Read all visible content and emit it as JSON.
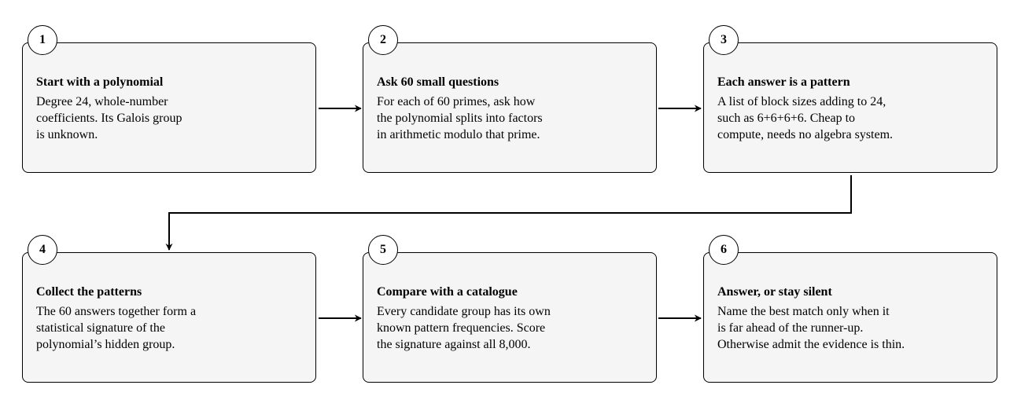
{
  "steps": [
    {
      "number": "1",
      "title": "Start with a polynomial",
      "lines": [
        "Degree 24, whole-number",
        "coefficients. Its Galois group",
        "is unknown."
      ]
    },
    {
      "number": "2",
      "title": "Ask 60 small questions",
      "lines": [
        "For each of 60 primes, ask how",
        "the polynomial splits into factors",
        "in arithmetic modulo that prime."
      ]
    },
    {
      "number": "3",
      "title": "Each answer is a pattern",
      "lines": [
        "A list of block sizes adding to 24,",
        "such as 6+6+6+6. Cheap to",
        "compute, needs no algebra system."
      ]
    },
    {
      "number": "4",
      "title": "Collect the patterns",
      "lines": [
        "The 60 answers together form a",
        "statistical signature of the",
        "polynomial’s hidden group."
      ]
    },
    {
      "number": "5",
      "title": "Compare with a catalogue",
      "lines": [
        "Every candidate group has its own",
        "known pattern frequencies. Score",
        "the signature against all 8,000."
      ]
    },
    {
      "number": "6",
      "title": "Answer, or stay silent",
      "lines": [
        "Name the best match only when it",
        "is far ahead of the runner-up.",
        "Otherwise admit the evidence is thin."
      ]
    }
  ]
}
